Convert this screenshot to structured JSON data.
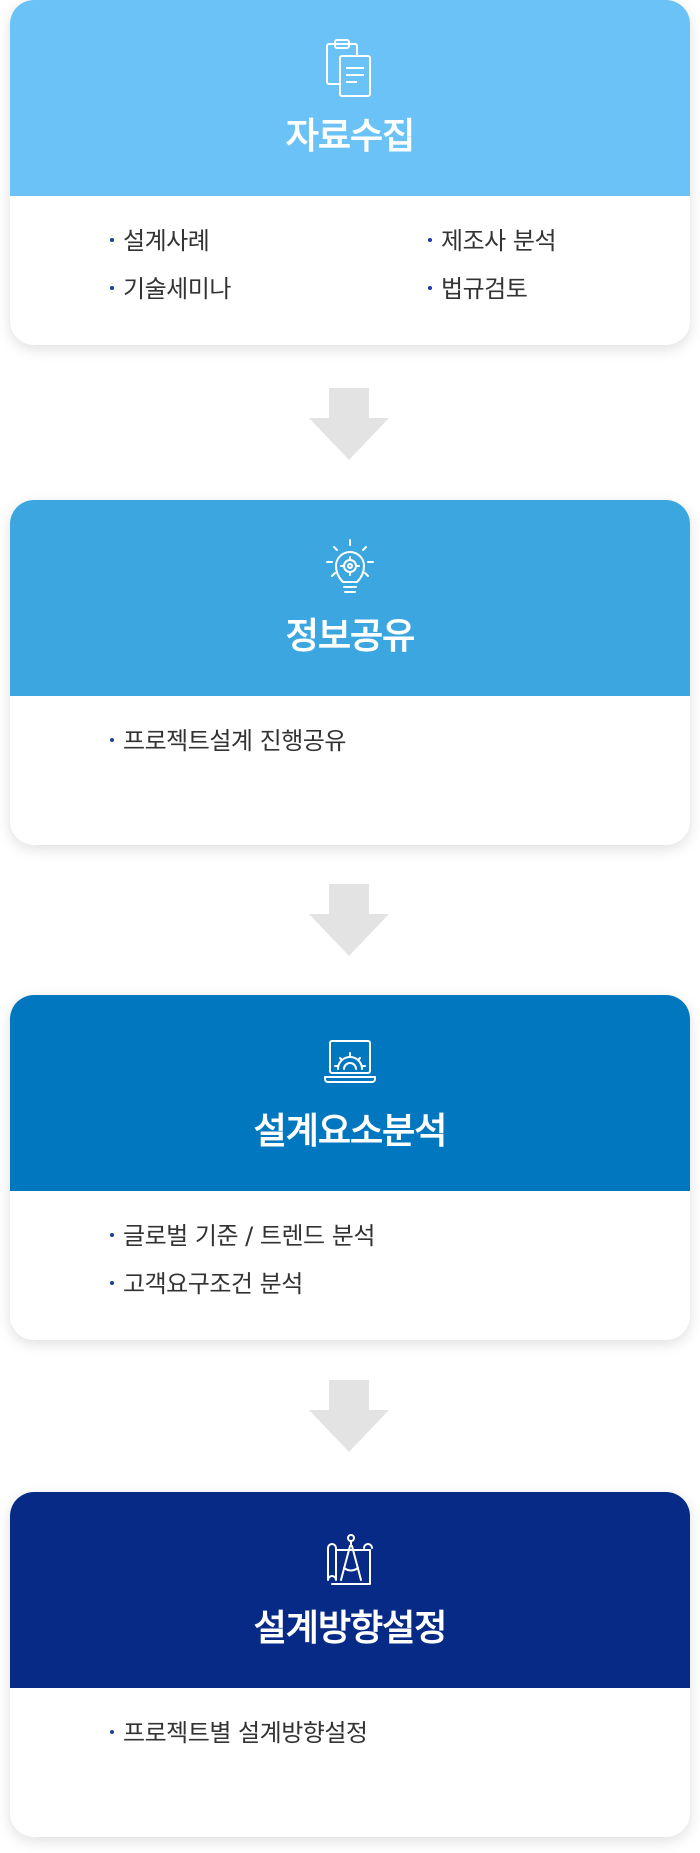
{
  "steps": [
    {
      "title": "자료수집",
      "color": "#6ac2f6",
      "icon": "clipboard-document-icon",
      "items": [
        "설계사례",
        "기술세미나",
        "제조사 분석",
        "법규검토"
      ]
    },
    {
      "title": "정보공유",
      "color": "#3ba6e0",
      "icon": "lightbulb-gear-icon",
      "items": [
        "프로젝트설계 진행공유"
      ]
    },
    {
      "title": "설계요소분석",
      "color": "#0077be",
      "icon": "laptop-gear-icon",
      "items": [
        "글로벌 기준 / 트렌드 분석",
        "고객요구조건 분석"
      ]
    },
    {
      "title": "설계방향설정",
      "color": "#062a85",
      "icon": "blueprint-compass-icon",
      "items": [
        "프로젝트별 설계방향설정"
      ]
    }
  ],
  "arrow_color": "#e3e3e3",
  "bullet_color": "#1a3f9a"
}
